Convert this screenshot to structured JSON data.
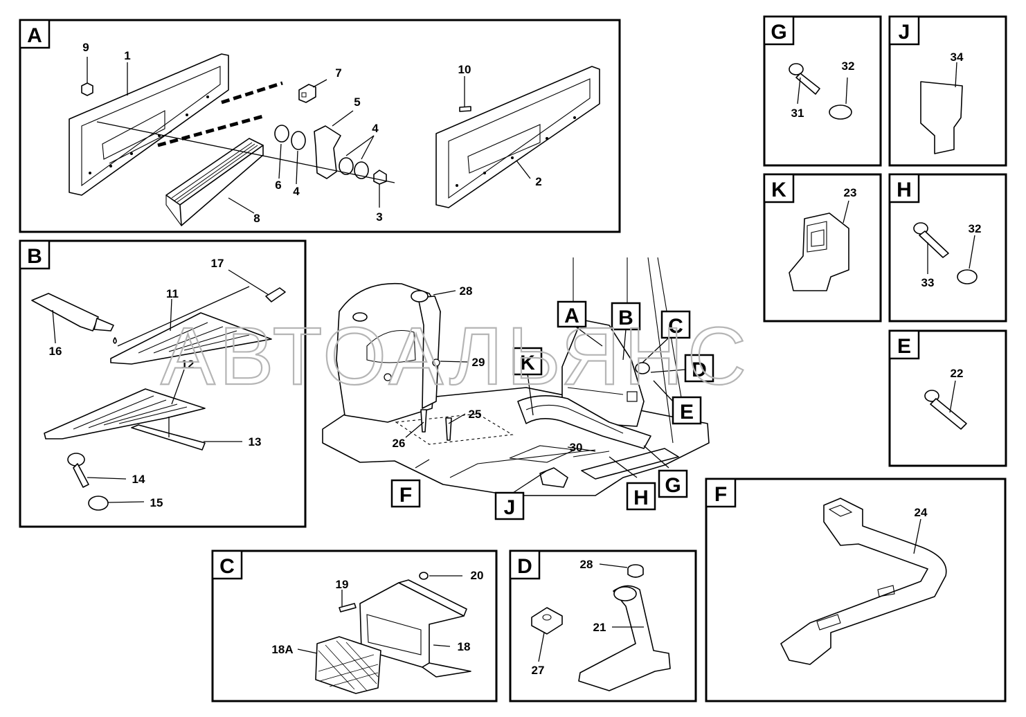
{
  "watermark": "АВТОАЛЬЯНС",
  "panels": {
    "A": "A",
    "B": "B",
    "C": "C",
    "D": "D",
    "E": "E",
    "F": "F",
    "G": "G",
    "H": "H",
    "J": "J",
    "K": "K"
  },
  "main_callouts": {
    "A": "A",
    "B": "B",
    "C": "C",
    "D": "D",
    "E": "E",
    "F": "F",
    "G": "G",
    "H": "H",
    "J": "J",
    "K": "K"
  },
  "part_numbers": {
    "p1": "1",
    "p2": "2",
    "p3": "3",
    "p4a": "4",
    "p4b": "4",
    "p5": "5",
    "p6": "6",
    "p7": "7",
    "p8": "8",
    "p9": "9",
    "p10": "10",
    "p11": "11",
    "p12": "12",
    "p13": "13",
    "p14": "14",
    "p15": "15",
    "p16": "16",
    "p17": "17",
    "p18": "18",
    "p18A": "18A",
    "p19": "19",
    "p20": "20",
    "p21": "21",
    "p22": "22",
    "p23": "23",
    "p24": "24",
    "p25": "25",
    "p26": "26",
    "p27": "27",
    "p28": "28",
    "p28m": "28",
    "p29": "29",
    "p30": "30",
    "p31": "31",
    "p32g": "32",
    "p32h": "32",
    "p33": "33",
    "p34": "34"
  }
}
